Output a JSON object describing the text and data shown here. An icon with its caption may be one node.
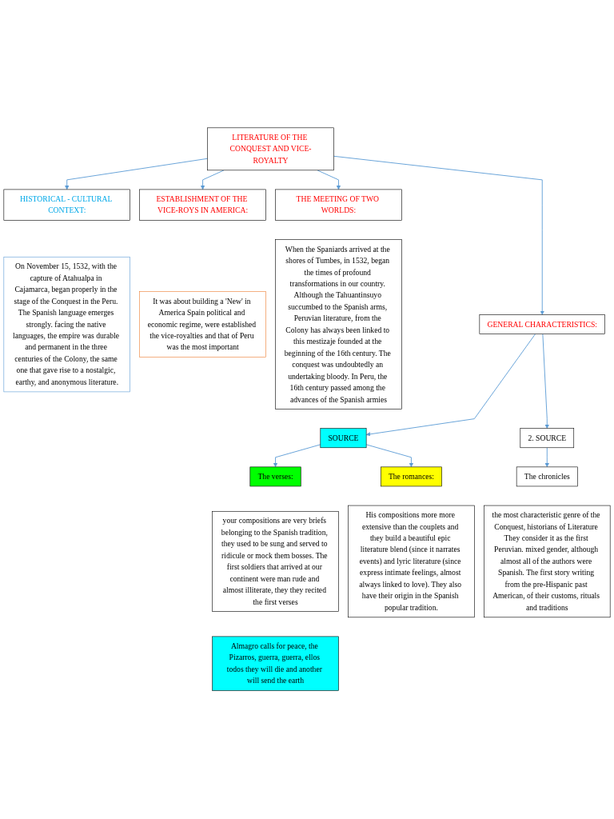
{
  "diagram": {
    "nodes": [
      {
        "text": [
          "LITERATURE OF THE CONQUEST AND VICE-ROYALTY"
        ]
      },
      {
        "text": [
          "HISTORICAL - CULTURAL CONTEXT:"
        ]
      },
      {
        "text": [
          "On November 15, 1532, with the capture of Atahualpa in Cajamarca, began properly in the stage of the Conquest in the Peru. The Spanish language emerges strongly. facing the native languages, the empire was durable and permanent in the three centuries of the Colony, the same one that gave rise to a nostalgic, earthy, and anonymous literature."
        ]
      },
      {
        "text": [
          "ESTABLISHMENT OF THE VICE-ROYS IN AMERICA:"
        ]
      },
      {
        "text": [
          "It was about building a 'New' in America Spain political and economic regime, were established the vice-royalties and that of Peru was the most important"
        ]
      },
      {
        "text": [
          "THE MEETING OF TWO WORLDS:"
        ]
      },
      {
        "text": [
          "When the Spaniards arrived at the shores of Tumbes, in 1532, began the times of profound transformations in our country. Although the Tahuantinsuyo succumbed to the Spanish arms, Peruvian literature, from the Colony has always been linked to this mestizaje founded at the beginning of the 16th century. The conquest was undoubtedly an undertaking bloody. In Peru, the 16th century passed among the advances of the Spanish armies"
        ]
      },
      {
        "text": [
          "GENERAL CHARACTERISTICS:"
        ]
      },
      {
        "text": [
          "SOURCE"
        ]
      },
      {
        "text": [
          "The verses:"
        ]
      },
      {
        "text": [
          "your compositions are very briefs belonging to the Spanish tradition, they used to be sung and served to ridicule or mock them bosses. The first soldiers that arrived at our continent were man rude and almost illiterate, they they recited the first verses"
        ]
      },
      {
        "text": [
          "Almagro calls for peace, the Pizarros, guerra, guerra, ellos todos they will die and another will send the earth"
        ]
      },
      {
        "text": [
          "The romances:"
        ]
      },
      {
        "text": [
          "His compositions more more extensive than the couplets and they build a beautiful epic literature blend (since it narrates events) and lyric literature (since express intimate feelings, almost always linked to love). They also have their origin in the Spanish popular tradition."
        ]
      },
      {
        "text": [
          "2. SOURCE"
        ]
      },
      {
        "text": [
          "The chronicles"
        ]
      },
      {
        "text": [
          "the most characteristic genre of the Conquest, historians of Literature They consider it as the first Peruvian. mixed gender, although almost all of the authors were Spanish. The first story writing from the pre-Hispanic past American, of their customs, rituals and traditions"
        ]
      }
    ],
    "edges": [
      {
        "from": 0,
        "to": 1,
        "arrow": "to"
      },
      {
        "from": 0,
        "to": 3,
        "arrow": "to"
      },
      {
        "from": 0,
        "to": 5,
        "arrow": "to"
      },
      {
        "from": 0,
        "to": 7,
        "arrow": "to"
      },
      {
        "from": 7,
        "to": 8,
        "arrow": "to"
      },
      {
        "from": 8,
        "to": 9,
        "arrow": "to"
      },
      {
        "from": 8,
        "to": 12,
        "arrow": "to"
      },
      {
        "from": 7,
        "to": 14,
        "arrow": "to"
      },
      {
        "from": 14,
        "to": 15,
        "arrow": "to"
      }
    ]
  }
}
